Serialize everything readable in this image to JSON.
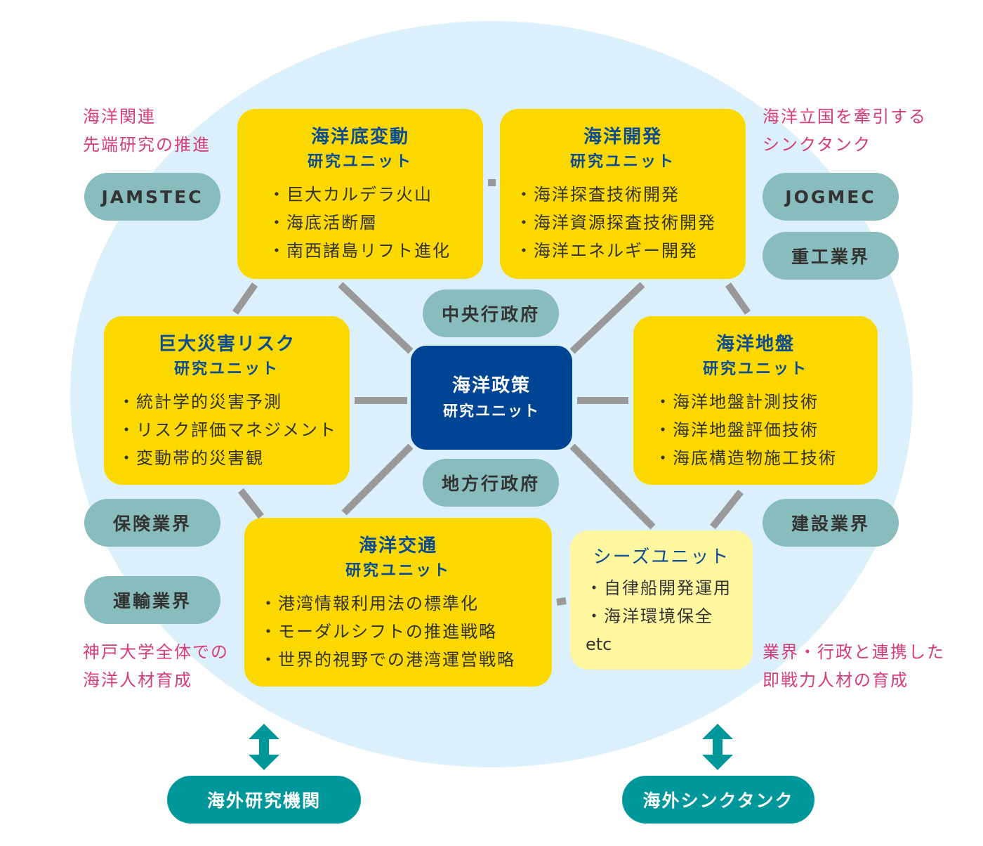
{
  "center": {
    "title": "海洋政策",
    "subtitle": "研究ユニット"
  },
  "units": [
    {
      "title": "海洋底変動",
      "subtitle": "研究ユニット",
      "items": [
        "巨大カルデラ火山",
        "海底活断層",
        "南西諸島リフト進化"
      ]
    },
    {
      "title": "海洋開発",
      "subtitle": "研究ユニット",
      "items": [
        "海洋探査技術開発",
        "海洋資源探査技術開発",
        "海洋エネルギー開発"
      ]
    },
    {
      "title": "巨大災害リスク",
      "subtitle": "研究ユニット",
      "items": [
        "統計学的災害予測",
        "リスク評価マネジメント",
        "変動帯的災害観"
      ]
    },
    {
      "title": "海洋地盤",
      "subtitle": "研究ユニット",
      "items": [
        "海洋地盤計測技術",
        "海洋地盤評価技術",
        "海底構造物施工技術"
      ]
    },
    {
      "title": "海洋交通",
      "subtitle": "研究ユニット",
      "items": [
        "港湾情報利用法の標準化",
        "モーダルシフトの推進戦略",
        "世界的視野での港湾運営戦略"
      ]
    }
  ],
  "seeds": {
    "title": "シーズユニット",
    "items": [
      "自律船開発運用",
      "海洋環境保全"
    ],
    "etc": "etc"
  },
  "partners": {
    "jamstec": "JAMSTEC",
    "jogmec": "JOGMEC",
    "heavy": "重工業界",
    "central": "中央行政府",
    "local": "地方行政府",
    "insurance": "保険業界",
    "transport": "運輸業界",
    "construction": "建設業界"
  },
  "notes": {
    "top_left": [
      "海洋関連",
      "先端研究の推進"
    ],
    "top_right": [
      "海洋立国を牽引する",
      "シンクタンク"
    ],
    "bottom_left": [
      "神戸大学全体での",
      "海洋人材育成"
    ],
    "bottom_right": [
      "業界・行政と連携した",
      "即戦力人材の育成"
    ]
  },
  "external": {
    "research": "海外研究機関",
    "thinktank": "海外シンクタンク"
  },
  "colors": {
    "unit": "#fbd800",
    "seeds": "#fff7a0",
    "center": "#004494",
    "pill": "#88bcbd",
    "external": "#00979a",
    "note": "#d63c7a",
    "circle": "#dcf0fc"
  }
}
